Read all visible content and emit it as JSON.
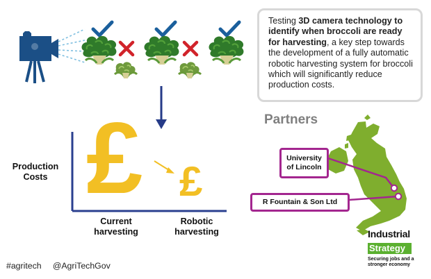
{
  "info_text": {
    "seg1": "Testing ",
    "seg2_bold": "3D camera technology to identify when broccoli are ready for harvesting",
    "seg3": ", a key step towards the development of a fully automatic robotic harvesting system for broccoli which will significantly reduce production costs."
  },
  "chart": {
    "ylabel_line1": "Production",
    "ylabel_line2": "Costs",
    "current_line1": "Current",
    "current_line2": "harvesting",
    "robotic_line1": "Robotic",
    "robotic_line2": "harvesting",
    "currency_symbol": "£"
  },
  "partners": {
    "title": "Partners",
    "items": [
      {
        "line1": "University",
        "line2": "of Lincoln"
      },
      {
        "line1": "R Fountain & Son Ltd",
        "line2": ""
      }
    ]
  },
  "footer": {
    "hashtags": "#agritech   @AgriTechGov"
  },
  "logo": {
    "line1": "Industrial",
    "line2": "Strategy",
    "tagline": "Securing jobs and a stronger economy"
  },
  "colors": {
    "camera": "#1b4f86",
    "check": "#1a5f9c",
    "cross": "#d1232a",
    "arrow": "#263b88",
    "pound": "#f2bf24",
    "partner_border": "#a3268f",
    "map": "#7fae2e",
    "brand_green": "#5bb030"
  }
}
